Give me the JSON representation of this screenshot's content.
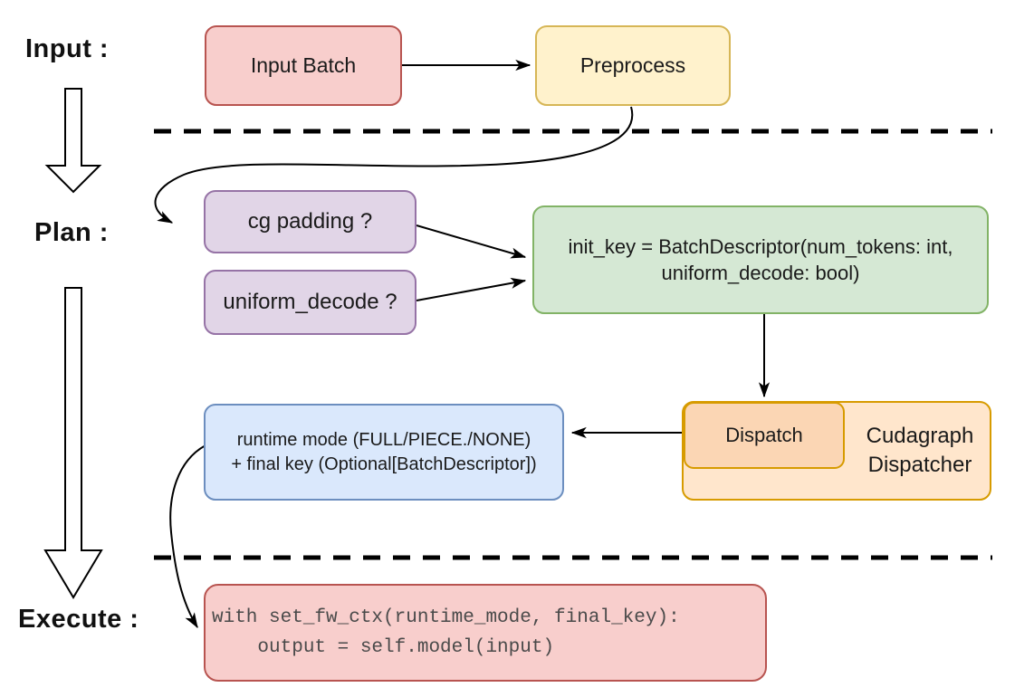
{
  "canvas": {
    "background": "#ffffff"
  },
  "stages": {
    "input_label": "Input :",
    "plan_label": "Plan :",
    "execute_label": "Execute :"
  },
  "nodes": {
    "input_batch": {
      "label": "Input Batch",
      "fill": "#f8cecc",
      "border": "#b85450"
    },
    "preprocess": {
      "label": "Preprocess",
      "fill": "#fff2cc",
      "border": "#d6b656"
    },
    "cg_padding": {
      "label": "cg padding ?",
      "fill": "#e1d5e7",
      "border": "#9673a6"
    },
    "uniform_decode": {
      "label": "uniform_decode ?",
      "fill": "#e1d5e7",
      "border": "#9673a6"
    },
    "init_key": {
      "line1": "init_key = BatchDescriptor(num_tokens: int,",
      "line2": "uniform_decode: bool)",
      "fill": "#d5e8d4",
      "border": "#82b366"
    },
    "dispatch": {
      "label": "Dispatch",
      "fill": "#fbd6b4",
      "border": "#d79b00"
    },
    "cudagraph_dispatcher": {
      "line1": "Cudagraph",
      "line2": "Dispatcher",
      "fill": "#ffe6cc",
      "border": "#d79b00"
    },
    "runtime_mode": {
      "line1": "runtime mode (FULL/PIECE./NONE)",
      "line2": "+ final key (Optional[BatchDescriptor])",
      "fill": "#dae8fc",
      "border": "#6c8ebf"
    },
    "execute_code": {
      "line1": "with set_fw_ctx(runtime_mode, final_key):",
      "line2": "    output = self.model(input)",
      "fill": "#f8cecc",
      "border": "#b85450",
      "text_color": "#4a4a4a"
    }
  },
  "connectors": {
    "line_color": "#000000",
    "separator_color": "#000000"
  }
}
